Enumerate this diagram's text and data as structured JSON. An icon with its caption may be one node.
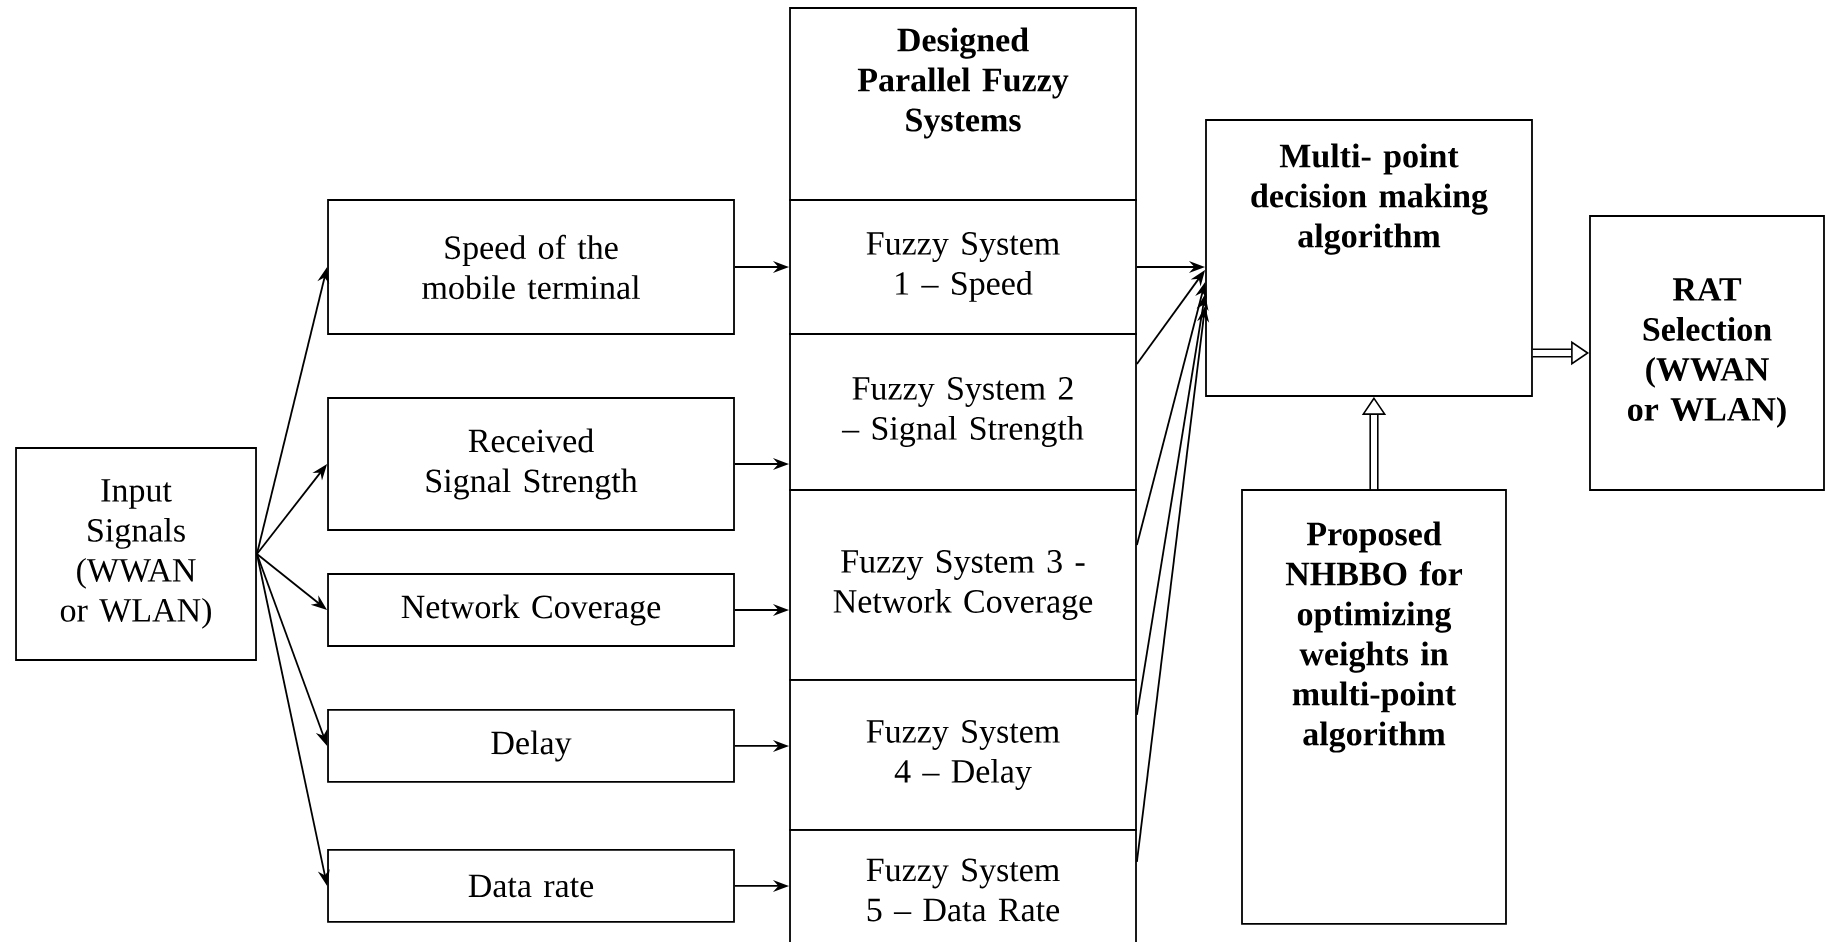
{
  "diagram": {
    "nodes": [
      {
        "text": [
          "Input Signals (WWAN or WLAN)"
        ]
      },
      {
        "text": [
          "Speed of the mobile terminal"
        ]
      },
      {
        "text": [
          "Received Signal Strength"
        ]
      },
      {
        "text": [
          "Network Coverage"
        ]
      },
      {
        "text": [
          "Delay"
        ]
      },
      {
        "text": [
          "Data rate"
        ]
      },
      {
        "text": [
          "Designed Parallel Fuzzy Systems"
        ]
      },
      {
        "text": [
          "Fuzzy System 1 – Speed"
        ]
      },
      {
        "text": [
          "Fuzzy System 2 – Signal Strength"
        ]
      },
      {
        "text": [
          "Fuzzy System 3 - Network Coverage"
        ]
      },
      {
        "text": [
          "Fuzzy System 4 – Delay"
        ]
      },
      {
        "text": [
          "Fuzzy System 5 – Data Rate"
        ]
      },
      {
        "text": [
          "Multi- point decision making algorithm"
        ]
      },
      {
        "text": [
          "RAT Selection (WWAN or WLAN)"
        ]
      },
      {
        "text": [
          "Proposed NHBBO for optimizing weights in multi-point algorithm"
        ]
      }
    ],
    "edges": [
      {
        "from": 0,
        "to": 1,
        "arrow": "to"
      },
      {
        "from": 0,
        "to": 2,
        "arrow": "to"
      },
      {
        "from": 0,
        "to": 3,
        "arrow": "to"
      },
      {
        "from": 0,
        "to": 4,
        "arrow": "to"
      },
      {
        "from": 0,
        "to": 5,
        "arrow": "to"
      },
      {
        "from": 1,
        "to": 7,
        "arrow": "to"
      },
      {
        "from": 2,
        "to": 8,
        "arrow": "to"
      },
      {
        "from": 3,
        "to": 9,
        "arrow": "to"
      },
      {
        "from": 4,
        "to": 10,
        "arrow": "to"
      },
      {
        "from": 5,
        "to": 11,
        "arrow": "to"
      },
      {
        "from": 7,
        "to": 12,
        "arrow": "to"
      },
      {
        "from": 8,
        "to": 12,
        "arrow": "to"
      },
      {
        "from": 9,
        "to": 12,
        "arrow": "to"
      },
      {
        "from": 10,
        "to": 12,
        "arrow": "to"
      },
      {
        "from": 11,
        "to": 12,
        "arrow": "to"
      },
      {
        "from": 14,
        "to": 12,
        "arrow": "to",
        "style": "thick"
      },
      {
        "from": 12,
        "to": 13,
        "arrow": "to",
        "style": "thick"
      }
    ]
  }
}
